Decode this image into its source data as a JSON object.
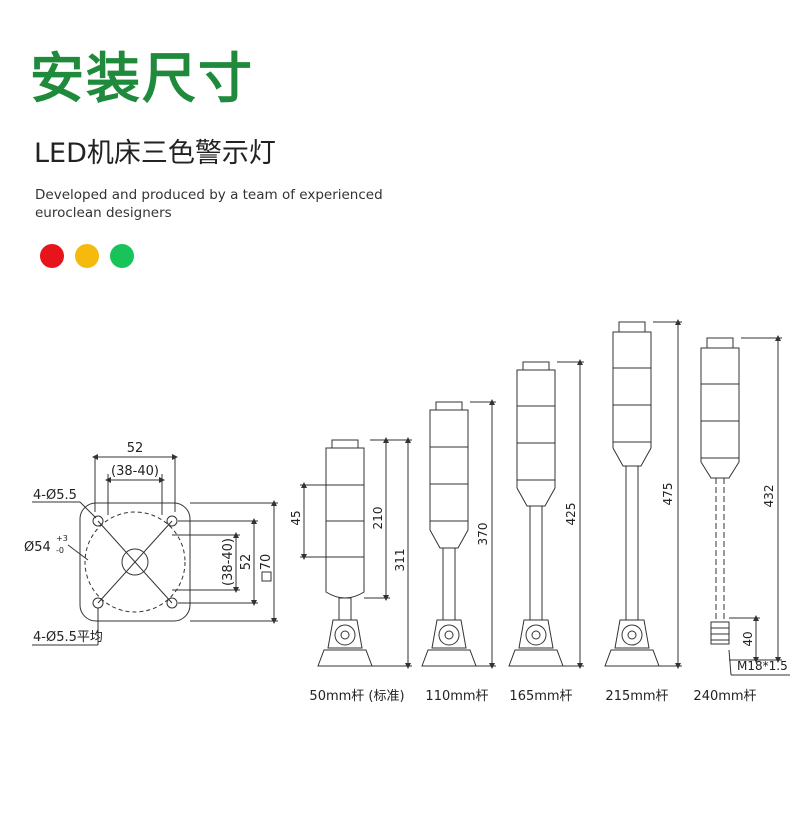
{
  "header": {
    "title": "安装尺寸",
    "subtitle": "LED机床三色警示灯",
    "desc_line1": "Developed and produced by a team of experienced",
    "desc_line2": "euroclean designers"
  },
  "colors": {
    "title": "#1f8a3c",
    "red": "#e8141b",
    "yellow": "#f6b90d",
    "green": "#18c35a"
  },
  "base": {
    "width_label": "52",
    "inner_label": "(38-40)",
    "hole_label": "4-Ø5.5",
    "dia_label": "Ø54",
    "tol_plus": "+3",
    "tol_minus": "-0",
    "height_inner": "(38-40)",
    "height_label": "52",
    "outer_label": "70",
    "bottom_hole_label": "4-Ø5.5平均"
  },
  "lamps": [
    {
      "caption": "50mm杆 (标准)",
      "total": "311",
      "head": "210",
      "layer": "45"
    },
    {
      "caption": "110mm杆",
      "total": "370"
    },
    {
      "caption": "165mm杆",
      "total": "425"
    },
    {
      "caption": "215mm杆",
      "total": "475"
    },
    {
      "caption": "240mm杆",
      "total": "432",
      "connector": "40",
      "thread": "M18*1.5"
    }
  ]
}
